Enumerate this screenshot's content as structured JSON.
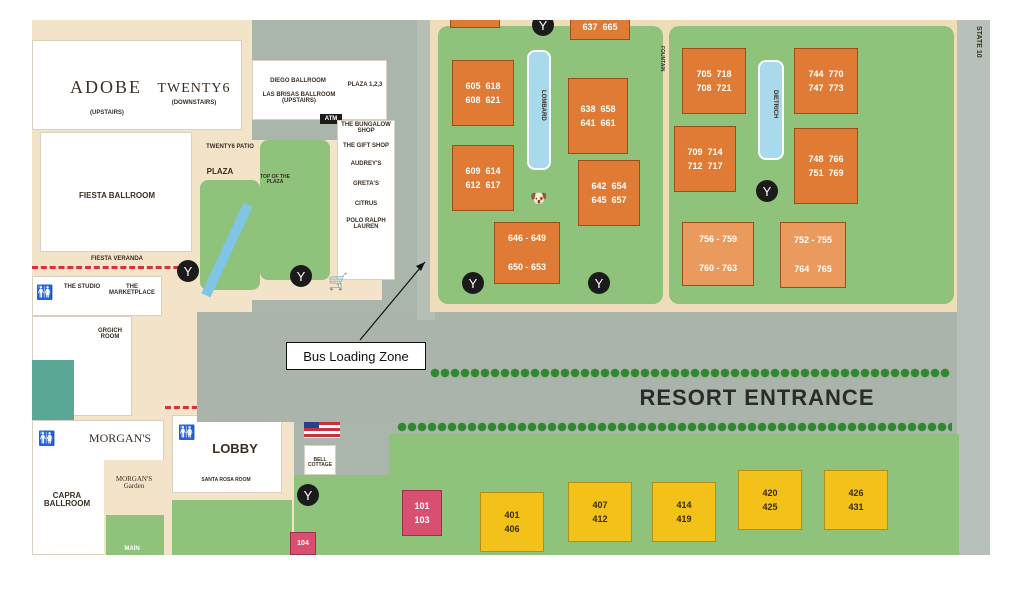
{
  "map": {
    "venues": {
      "adobe": "ADOBE",
      "adobe_sub": "(UPSTAIRS)",
      "twenty6": "TWENTY6",
      "twenty6_sub": "(DOWNSTAIRS)",
      "diego": "DIEGO BALLROOM",
      "las_brisas": "LAS BRISAS BALLROOM (UPSTAIRS)",
      "plaza123": "PLAZA 1,2,3",
      "atm": "ATM",
      "twenty6_patio": "TWENTY6 PATIO",
      "plaza": "PLAZA",
      "top_of_plaza": "TOP OF THE PLAZA",
      "fiesta_ballroom": "FIESTA BALLROOM",
      "fiesta_veranda": "FIESTA VERANDA",
      "the_studio": "THE STUDIO",
      "the_marketplace": "THE MARKETPLACE",
      "grgich_room": "GRGICH ROOM",
      "morgans": "MORGAN'S",
      "morgans_garden": "MORGAN'S Garden",
      "capra_ballroom": "CAPRA BALLROOM",
      "main": "MAIN",
      "lobby": "LOBBY",
      "santa_rosa_room": "SANTA ROSA ROOM",
      "bell_cottage": "BELL COTTAGE",
      "resort_entrance": "RESORT ENTRANCE",
      "state_10": "STATE 10",
      "lombard": "LOMBARD",
      "dietrich": "DIETRICH",
      "fountain": "FOUNTAIN"
    },
    "shops": [
      "THE BUNGALOW SHOP",
      "THE GIFT SHOP",
      "AUDREY'S",
      "GRETA'S",
      "CITRUS",
      "POLO RALPH LAUREN"
    ],
    "villas_orange": [
      {
        "top": "605",
        "top2": "618",
        "bottom": "608",
        "bottom2": "621"
      },
      {
        "top": "637",
        "top2": "665",
        "bottom": "",
        "bottom2": ""
      },
      {
        "top": "638",
        "top2": "658",
        "bottom": "641",
        "bottom2": "661"
      },
      {
        "top": "609",
        "top2": "614",
        "bottom": "612",
        "bottom2": "617"
      },
      {
        "top": "642",
        "top2": "654",
        "bottom": "645",
        "bottom2": "657"
      },
      {
        "top": "705",
        "top2": "718",
        "bottom": "708",
        "bottom2": "721"
      },
      {
        "top": "744",
        "top2": "770",
        "bottom": "747",
        "bottom2": "773"
      },
      {
        "top": "709",
        "top2": "714",
        "bottom": "712",
        "bottom2": "717"
      },
      {
        "top": "748",
        "top2": "766",
        "bottom": "751",
        "bottom2": "769"
      }
    ],
    "villas_range": {
      "v646": "646 - 649",
      "v650": "650 - 653",
      "v756": "756 - 759",
      "v760": "760 - 763",
      "v752": "752 - 755",
      "v764": "764",
      "v765": "765"
    },
    "villas_yellow": [
      {
        "a": "401",
        "b": "406"
      },
      {
        "a": "407",
        "b": "412"
      },
      {
        "a": "414",
        "b": "419"
      },
      {
        "a": "420",
        "b": "425"
      },
      {
        "a": "426",
        "b": "431"
      }
    ],
    "villas_pink": {
      "a": "101",
      "b": "103",
      "c": "104"
    }
  },
  "callout": {
    "label": "Bus Loading Zone"
  },
  "colors": {
    "orange": "#e07b35",
    "yellow": "#f2c21a",
    "lawn": "#8fc27a",
    "road": "#aab4ab",
    "tile": "#efdcb8",
    "red_dash": "#d6343a"
  }
}
